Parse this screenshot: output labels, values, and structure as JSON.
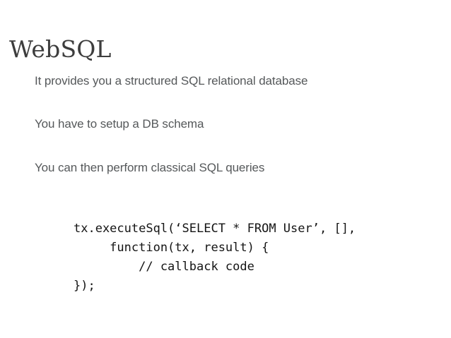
{
  "slide": {
    "title": "WebSQL",
    "background_color": "#ffffff",
    "title_color": "#3d3d3d",
    "body_color": "#55585a",
    "code_color": "#141414",
    "bullets": [
      "It provides you a structured SQL relational database",
      "You have to setup a DB schema",
      "You can then perform classical SQL queries"
    ],
    "code": {
      "lines": [
        "tx.executeSql(‘SELECT * FROM User’, [],",
        "     function(tx, result) {",
        "         // callback code",
        "});"
      ],
      "full_text": "tx.executeSql(‘SELECT * FROM User’, [],\n     function(tx, result) {\n         // callback code\n});"
    }
  }
}
